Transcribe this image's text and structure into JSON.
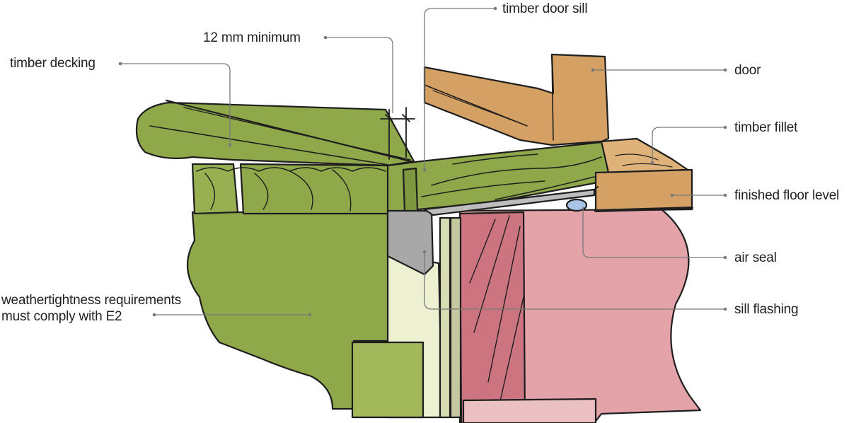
{
  "labels": {
    "timber_door_sill": "timber door sill",
    "min_gap": "12 mm minimum",
    "timber_decking": "timber decking",
    "door": "door",
    "timber_fillet": "timber fillet",
    "finished_floor_level": "finished floor level",
    "air_seal": "air seal",
    "sill_flashing": "sill flashing",
    "weathertightness_line1": "weathertightness requirements",
    "weathertightness_line2": "must comply with E2"
  },
  "colors": {
    "decking_green": "#8fa84a",
    "decking_green_light": "#a3b85a",
    "door_timber": "#d4a064",
    "fillet_timber": "#dfb27a",
    "wall_pink": "#e4a3a8",
    "wall_red": "#cc7580",
    "cladding_cream": "#eef0d2",
    "flashing_grey": "#a8a8a8",
    "air_seal_blue": "#a9c4e6",
    "leader_grey": "#7a7a7a",
    "outline": "#1e1e1e"
  }
}
